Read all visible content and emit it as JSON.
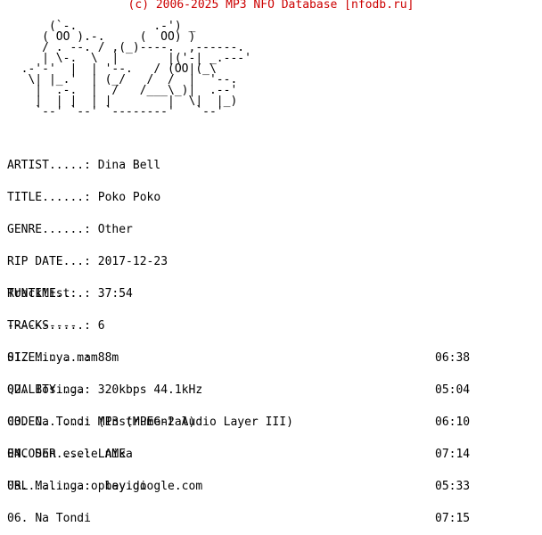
{
  "header": {
    "text": "(c) 2006-2025 MP3 NFO Database [nfodb.ru]"
  },
  "ascii_art": [
    "      (`-.           .-') _",
    "     ( OO ).-.     (  OO) )",
    "     / . --. / ,(_)----.  ,------.",
    "     | \\-.  \\  |       |('-| _.---'",
    "  .-'-'  |  | '--.   / (OO|(_\\",
    "   \\| |_.'  | (_/   /  /  |  '--.",
    "    |  .-.  |  /   /___\\_)|  .--'",
    "    |  | |  | |        |  \\|  |_)",
    "    `--' `--' `--------'   `--'"
  ],
  "info": [
    {
      "label": "ARTIST.....:",
      "value": "Dina Bell"
    },
    {
      "label": "TITLE......:",
      "value": "Poko Poko"
    },
    {
      "label": "GENRE......:",
      "value": "Other"
    },
    {
      "label": "RIP DATE...:",
      "value": "2017-12-23"
    },
    {
      "label": "RUNTIME....:",
      "value": "37:54"
    },
    {
      "label": "TRACKS.....:",
      "value": "6"
    },
    {
      "label": "SIZE.......:",
      "value": "88m"
    },
    {
      "label": "QUALITY....:",
      "value": "320kbps 44.1kHz"
    },
    {
      "label": "CODEC......:",
      "value": "MP3 (MPEG-2 Audio Layer III)"
    },
    {
      "label": "ENCODER....:",
      "value": "LAME"
    },
    {
      "label": "URL........:",
      "value": "play.google.com"
    }
  ],
  "tracklist": {
    "heading": "Tracklist:",
    "underline": "----------",
    "tracks": [
      {
        "num": "01.",
        "title": "Minya mam",
        "duration": "06:38"
      },
      {
        "num": "02.",
        "title": "Bosinga",
        "duration": "05:04"
      },
      {
        "num": "03.",
        "title": "Na Tondi (Instrumental)",
        "duration": "06:10"
      },
      {
        "num": "04.",
        "title": "Son esele nika",
        "duration": "07:14"
      },
      {
        "num": "05.",
        "title": "Malinga o beyidi",
        "duration": "05:33"
      },
      {
        "num": "06.",
        "title": "Na Tondi",
        "duration": "07:15"
      }
    ]
  }
}
